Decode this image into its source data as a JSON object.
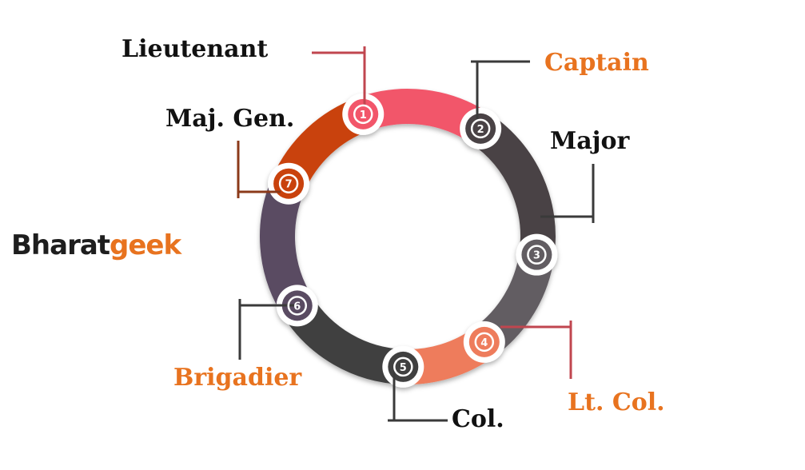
{
  "brand": {
    "part1": "Bharat",
    "part2": "geek",
    "color_dark": "#1e1e1e",
    "color_accent": "#e8731f"
  },
  "ranks": [
    {
      "step": "1",
      "label": "Lieutenant",
      "segment_color": "#f2566a",
      "connector_color": "#c0464f",
      "label_color": "#111111"
    },
    {
      "step": "2",
      "label": "Captain",
      "segment_color": "#4a4344",
      "connector_color": "#3a3a3a",
      "label_color": "#e8731f"
    },
    {
      "step": "3",
      "label": "Major",
      "segment_color": "#625d62",
      "connector_color": "#3a3a3a",
      "label_color": "#111111"
    },
    {
      "step": "4",
      "label": "Lt. Col.",
      "segment_color": "#ee7b5b",
      "connector_color": "#c0464f",
      "label_color": "#e8731f"
    },
    {
      "step": "5",
      "label": "Col.",
      "segment_color": "#414141",
      "connector_color": "#3a3a3a",
      "label_color": "#111111"
    },
    {
      "step": "6",
      "label": "Brigadier",
      "segment_color": "#5a4b62",
      "connector_color": "#3a3a3a",
      "label_color": "#e8731f"
    },
    {
      "step": "7",
      "label": "Maj. Gen.",
      "segment_color": "#c94310",
      "connector_color": "#8b3a1a",
      "label_color": "#111111"
    }
  ]
}
